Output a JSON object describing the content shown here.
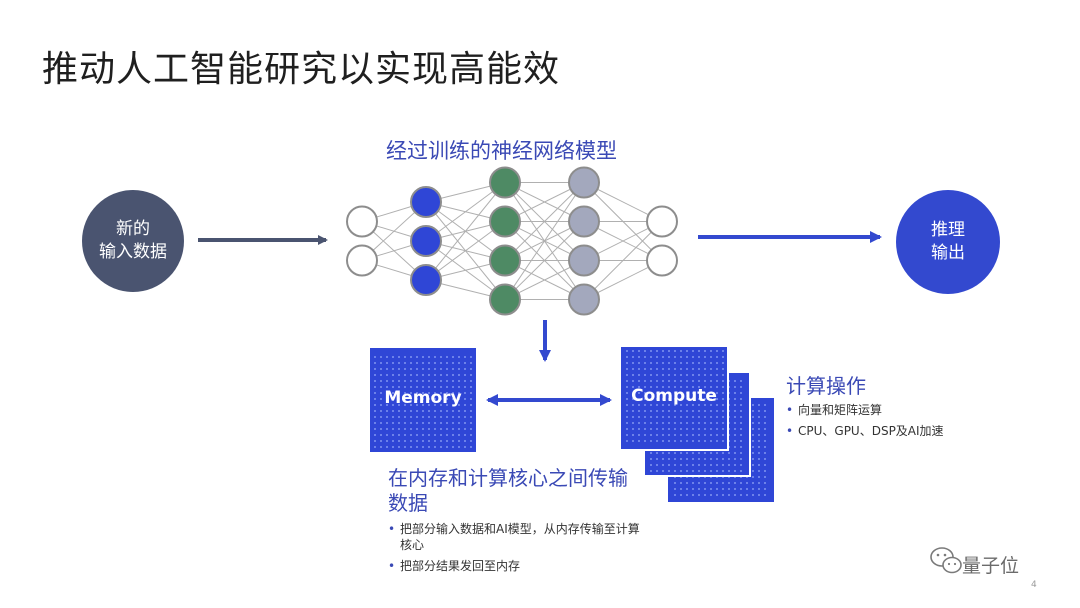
{
  "slide": {
    "title": "推动人工智能研究以实现高能效",
    "page_number": "4"
  },
  "network": {
    "title": "经过训练的神经网络模型",
    "input_label_line1": "新的",
    "input_label_line2": "输入数据",
    "output_label_line1": "推理",
    "output_label_line2": "输出",
    "layers": [
      {
        "nodes": 2,
        "fill": "#ffffff",
        "stroke": "#8d8d8d"
      },
      {
        "nodes": 3,
        "fill": "#2f46d6",
        "stroke": "#8d8d8d"
      },
      {
        "nodes": 4,
        "fill": "#4e8a64",
        "stroke": "#8d8d8d"
      },
      {
        "nodes": 4,
        "fill": "#a3a8bd",
        "stroke": "#8d8d8d"
      },
      {
        "nodes": 2,
        "fill": "#ffffff",
        "stroke": "#8d8d8d"
      }
    ]
  },
  "hardware": {
    "memory_label": "Memory",
    "compute_label": "Compute",
    "chip_color": "#2f46d6"
  },
  "compute_ops": {
    "title": "计算操作",
    "bullets": [
      "向量和矩阵运算",
      "CPU、GPU、DSP及AI加速"
    ]
  },
  "memory_transfer": {
    "title": "在内存和计算核心之间传输数据",
    "bullets": [
      "把部分输入数据和AI模型，从内存传输至计算核心",
      "把部分结果发回至内存"
    ]
  },
  "watermark": {
    "text": "量子位",
    "icon": "wechat-icon"
  },
  "colors": {
    "accent_blue": "#3a49b5",
    "arrow_dark": "#4a5470",
    "arrow_blue": "#3349cf"
  }
}
